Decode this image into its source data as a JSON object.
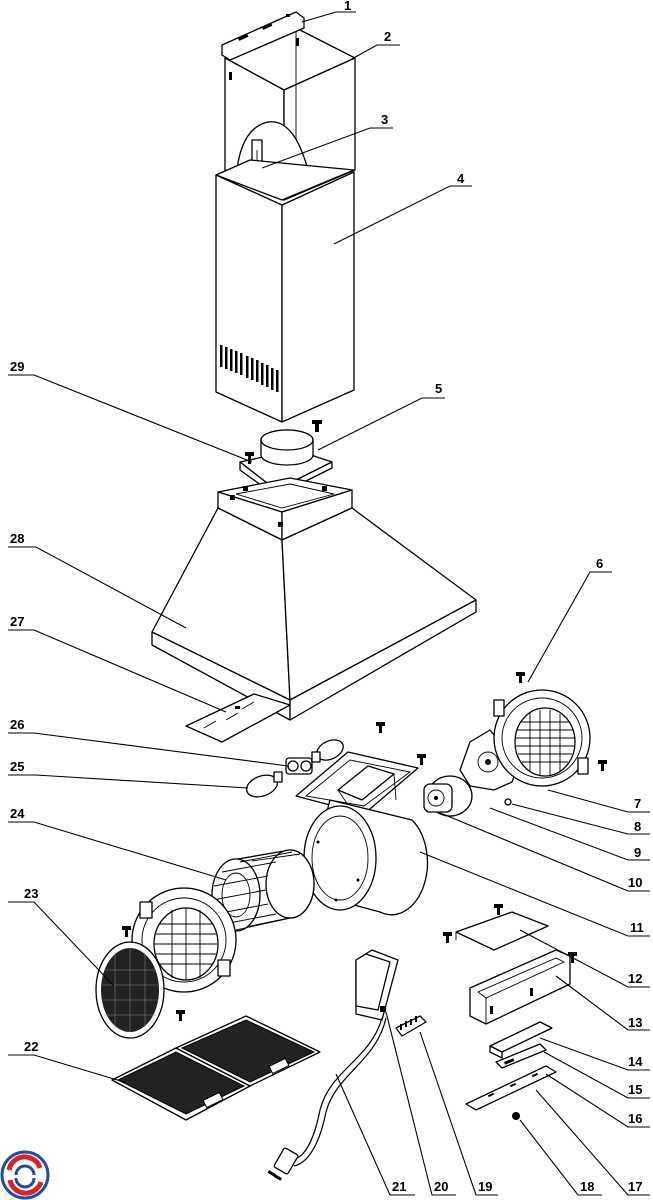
{
  "diagram": {
    "labels": [
      "1",
      "2",
      "3",
      "4",
      "5",
      "6",
      "7",
      "8",
      "9",
      "10",
      "11",
      "12",
      "13",
      "14",
      "15",
      "16",
      "17",
      "18",
      "19",
      "20",
      "21",
      "22",
      "23",
      "24",
      "25",
      "26",
      "27",
      "28",
      "29"
    ]
  },
  "logo": {
    "name": "brand-logo",
    "colors": {
      "red": "#d8232a",
      "blue": "#1f4e9c"
    }
  }
}
